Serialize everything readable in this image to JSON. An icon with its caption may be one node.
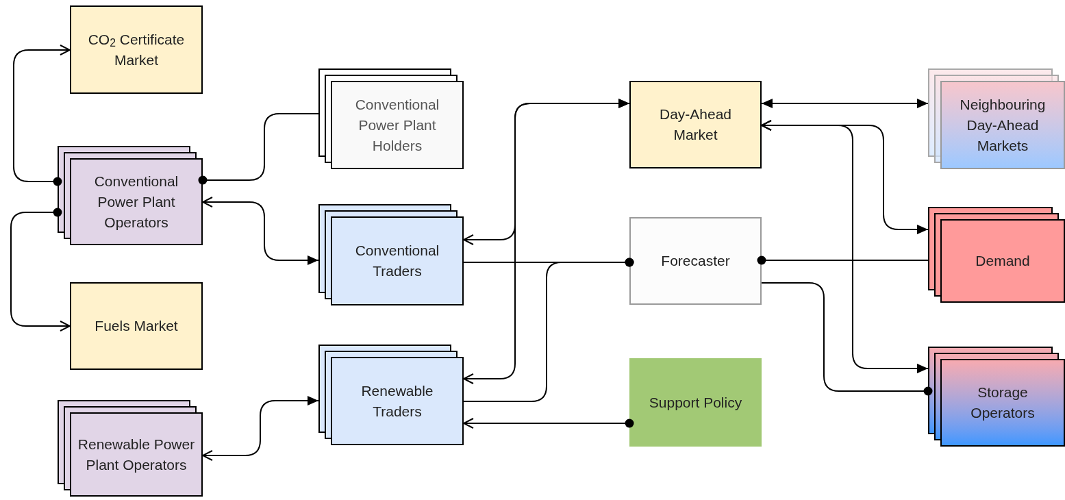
{
  "diagram": {
    "nodes": [
      {
        "text": [
          "CO$_{2}$ Certificate Market"
        ]
      },
      {
        "text": [
          "Conventional Power Plant Operators"
        ]
      },
      {
        "text": [
          "Fuels Market"
        ]
      },
      {
        "text": [
          "Renewable Power Plant Operators"
        ]
      },
      {
        "text": [
          "Conventional Power Plant Holders"
        ]
      },
      {
        "text": [
          "Conventional Traders"
        ]
      },
      {
        "text": [
          "Renewable Traders"
        ]
      },
      {
        "text": [
          "Day-Ahead Market"
        ]
      },
      {
        "text": [
          "Forecaster"
        ]
      },
      {
        "text": [
          "Support Policy"
        ]
      },
      {
        "text": [
          "Neighbouring Day-Ahead Markets"
        ]
      },
      {
        "text": [
          "Demand"
        ]
      },
      {
        "text": [
          "Storage Operators"
        ]
      }
    ],
    "edges": [
      {
        "from": 1,
        "to": 0,
        "arrow": "to"
      },
      {
        "from": 1,
        "to": 2,
        "arrow": "to"
      },
      {
        "from": 1,
        "to": 4,
        "arrow": "other"
      },
      {
        "from": 1,
        "to": 5,
        "arrow": "both"
      },
      {
        "from": 3,
        "to": 6,
        "arrow": "both"
      },
      {
        "from": 5,
        "to": 7,
        "arrow": "both"
      },
      {
        "from": 6,
        "to": 7,
        "arrow": "both"
      },
      {
        "from": 5,
        "to": 8,
        "arrow": "other"
      },
      {
        "from": 6,
        "to": 8,
        "arrow": "other"
      },
      {
        "from": 9,
        "to": 6,
        "arrow": "to"
      },
      {
        "from": 7,
        "to": 10,
        "arrow": "both"
      },
      {
        "from": 7,
        "to": 11,
        "arrow": "both"
      },
      {
        "from": 7,
        "to": 12,
        "arrow": "both"
      },
      {
        "from": 8,
        "to": 11,
        "arrow": "other"
      },
      {
        "from": 8,
        "to": 12,
        "arrow": "other"
      }
    ]
  }
}
